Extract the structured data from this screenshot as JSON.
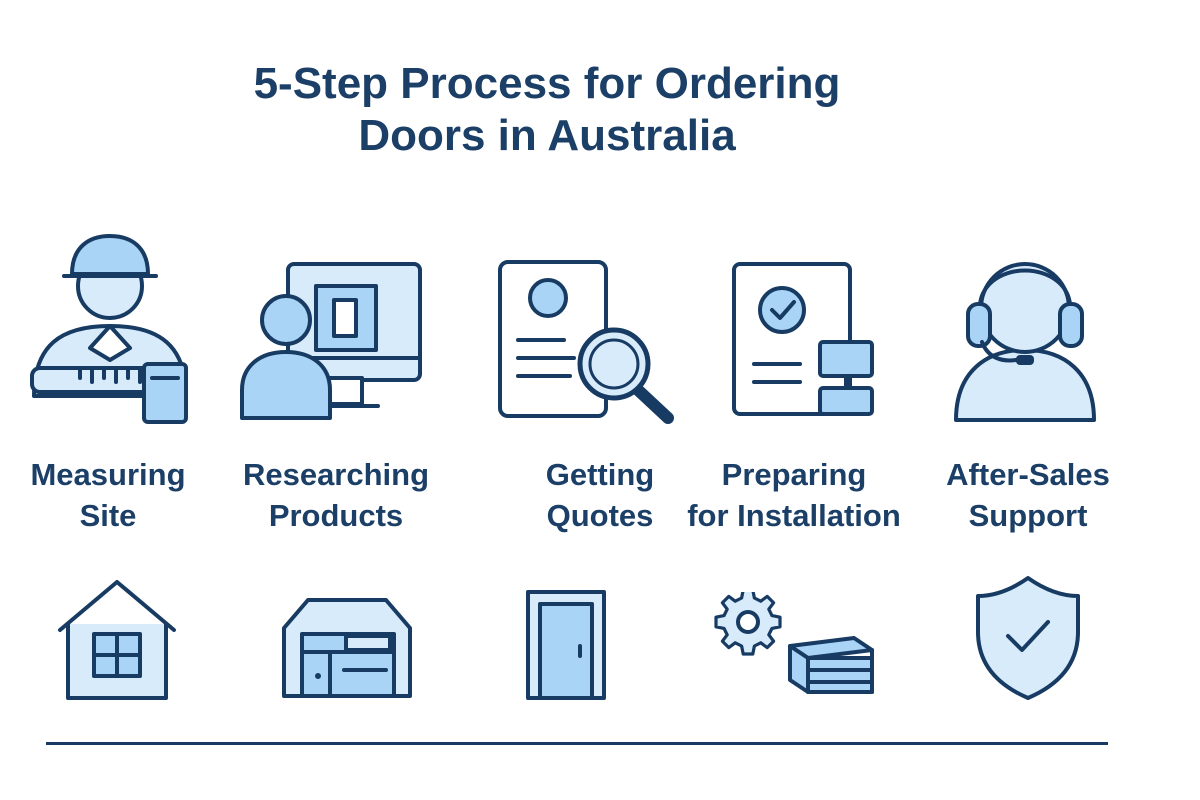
{
  "title_lines": [
    "5-Step Process for Ordering",
    "Doors in Australia"
  ],
  "steps": [
    {
      "label_lines": [
        "Measuring",
        "Site"
      ],
      "icon": "worker-measuring-icon",
      "bottom_icon": "house-icon"
    },
    {
      "label_lines": [
        "Researching",
        "Products"
      ],
      "icon": "person-computer-icon",
      "bottom_icon": "garage-icon"
    },
    {
      "label_lines": [
        "Getting",
        "Quotes"
      ],
      "icon": "document-search-icon",
      "bottom_icon": "door-icon"
    },
    {
      "label_lines": [
        "Preparing",
        "for Installation"
      ],
      "icon": "checklist-document-icon",
      "bottom_icon": "gear-stack-icon"
    },
    {
      "label_lines": [
        "After-Sales",
        "Support"
      ],
      "icon": "headset-support-icon",
      "bottom_icon": "shield-check-icon"
    }
  ],
  "colors": {
    "navy": "#173b62",
    "light_blue": "#d7ebfb",
    "mid_blue": "#a9d4f6",
    "text": "#1b3f66"
  }
}
